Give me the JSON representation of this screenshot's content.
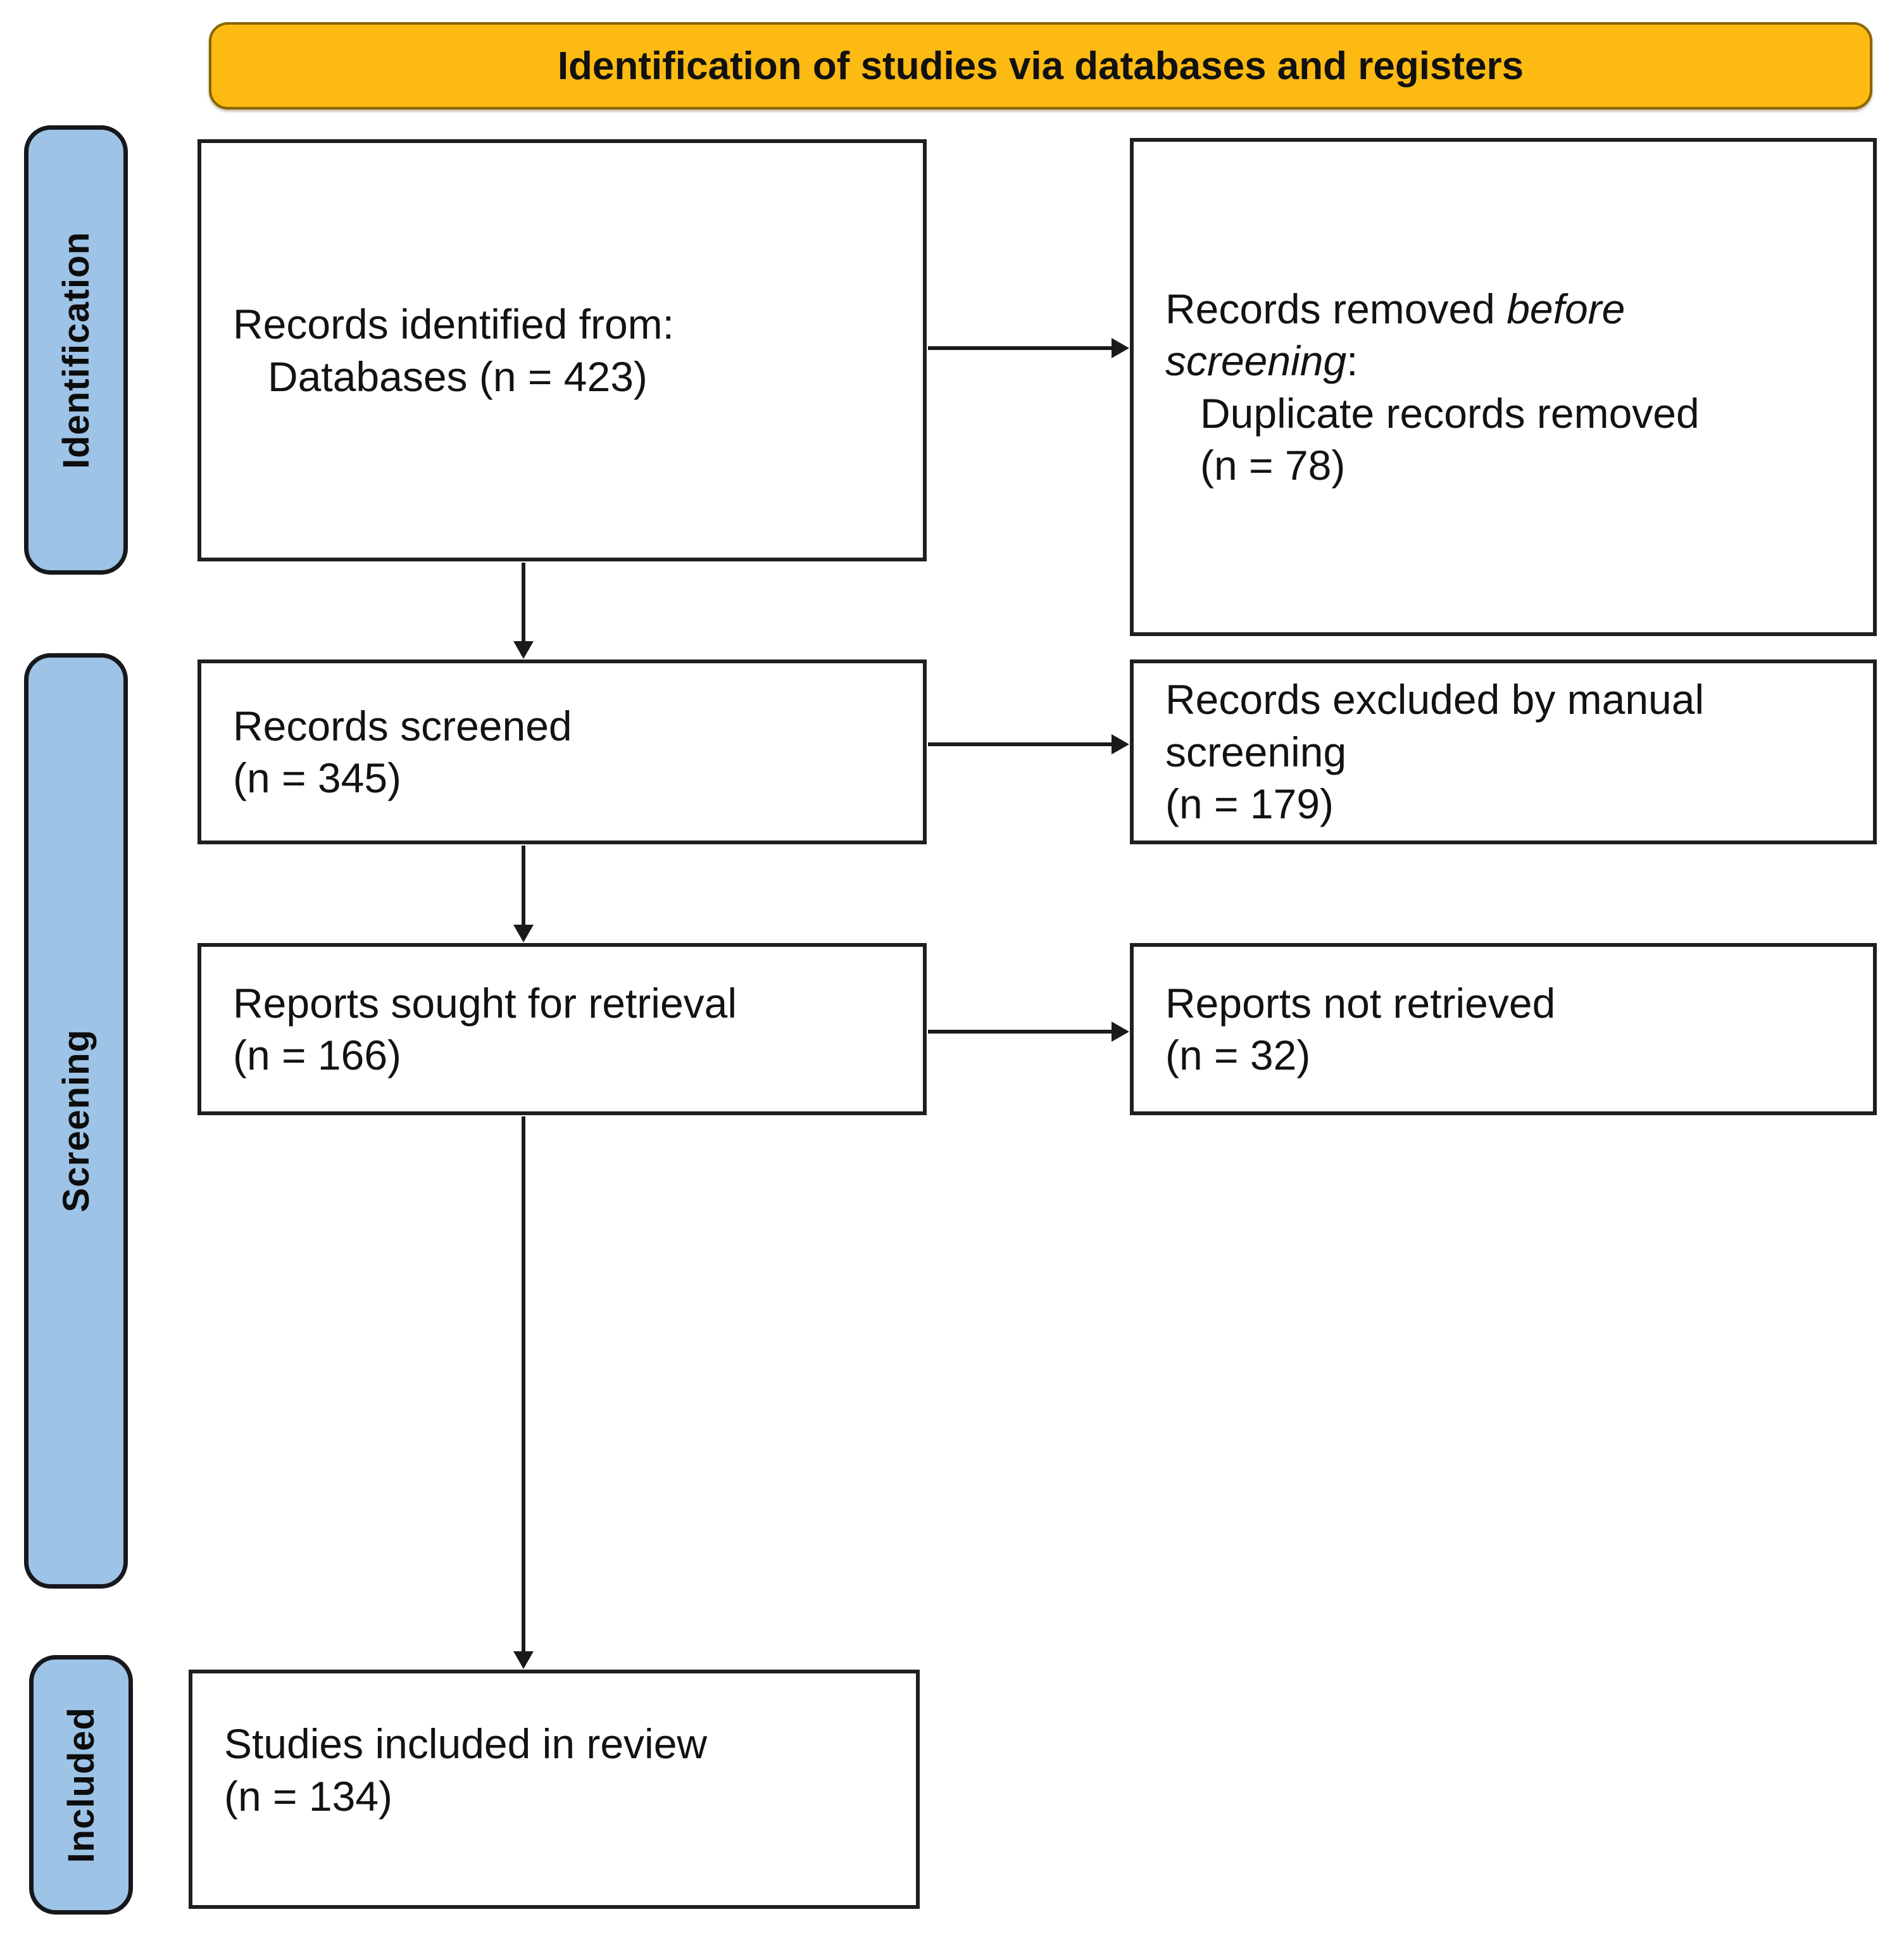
{
  "banner": {
    "label": "Identification of studies via databases and registers"
  },
  "colors": {
    "banner_bg": "#FCBA12",
    "banner_border": "#8a6400",
    "stage_bg": "#9DC3E6",
    "stage_border": "#17181c",
    "box_bg": "#FFFFFF",
    "box_border": "#1F1F1F",
    "arrow": "#1A1A1A",
    "text": "#121212"
  },
  "stages": [
    {
      "id": "identification",
      "label": "Identification"
    },
    {
      "id": "screening",
      "label": "Screening"
    },
    {
      "id": "included",
      "label": "Included"
    }
  ],
  "boxes": {
    "records_identified": {
      "lines": [
        "Records identified from:",
        "   Databases (n = 423)"
      ],
      "n": 423
    },
    "records_removed": {
      "lines": [
        "Records removed *before*",
        "*screening*:",
        "   Duplicate records removed",
        "   (n = 78)"
      ],
      "n": 78
    },
    "records_screened": {
      "lines": [
        "Records screened",
        "(n = 345)"
      ],
      "n": 345
    },
    "records_excluded": {
      "lines": [
        "Records excluded by manual",
        "screening",
        "(n = 179)"
      ],
      "n": 179
    },
    "reports_sought": {
      "lines": [
        "Reports sought for retrieval",
        "(n = 166)"
      ],
      "n": 166
    },
    "reports_not_retrieved": {
      "lines": [
        "Reports not retrieved",
        "(n = 32)"
      ],
      "n": 32
    },
    "studies_included": {
      "lines": [
        "Studies included in review",
        "(n = 134)"
      ],
      "n": 134
    }
  }
}
